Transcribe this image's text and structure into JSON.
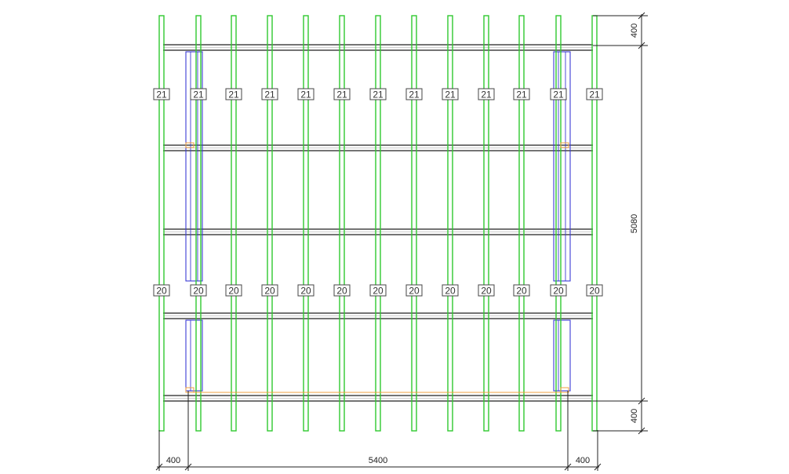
{
  "drawing": {
    "colors": {
      "rafter": "#2fc92f",
      "batten": "#222222",
      "post": "#3b3bd6",
      "joint": "#f0a040",
      "dimension": "#222222",
      "tag_border": "#444444"
    },
    "upper_tags": [
      "21",
      "21",
      "21",
      "21",
      "21",
      "21",
      "21",
      "21",
      "21",
      "21",
      "21",
      "21",
      "21"
    ],
    "lower_tags": [
      "20",
      "20",
      "20",
      "20",
      "20",
      "20",
      "20",
      "20",
      "20",
      "20",
      "20",
      "20",
      "20"
    ],
    "dimensions": {
      "top_overhang": "400",
      "main_span_vertical": "5080",
      "bottom_overhang": "400",
      "left_overhang": "400",
      "main_span_horizontal": "5400",
      "right_overhang": "400"
    }
  }
}
